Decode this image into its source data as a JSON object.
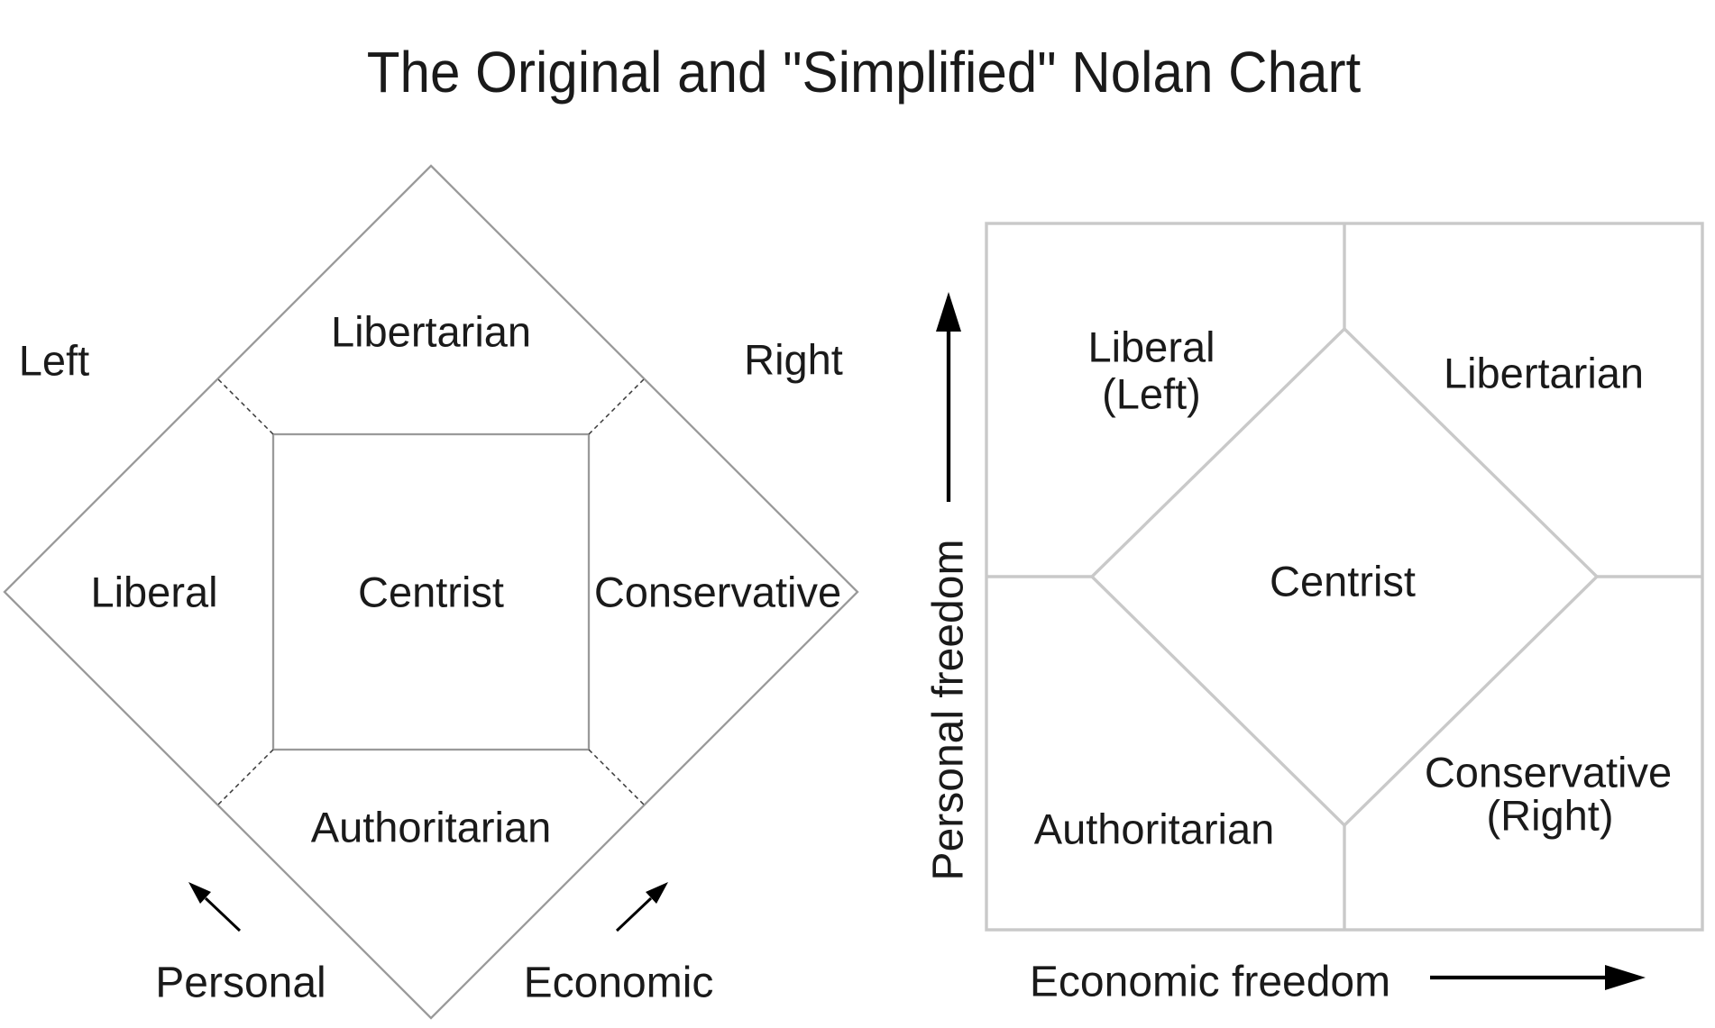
{
  "title": "The Original and \"Simplified\" Nolan Chart",
  "colors": {
    "background": "#ffffff",
    "text": "#1a1a1a",
    "line_dark_gray": "#9a9a9a",
    "line_light_gray": "#c9c9c9",
    "dashed": "#3a3a3a",
    "arrow": "#000000"
  },
  "original_chart": {
    "regions": {
      "top": "Libertarian",
      "left": "Liberal",
      "center": "Centrist",
      "right": "Conservative",
      "bottom": "Authoritarian"
    },
    "outer_labels": {
      "left": "Left",
      "right": "Right"
    },
    "axis_labels": {
      "personal": "Personal",
      "economic": "Economic"
    }
  },
  "simplified_chart": {
    "regions": {
      "top_left_line1": "Liberal",
      "top_left_line2": "(Left)",
      "top_right": "Libertarian",
      "center": "Centrist",
      "bottom_left": "Authoritarian",
      "bottom_right_line1": "Conservative",
      "bottom_right_line2": "(Right)"
    },
    "axis_labels": {
      "y": "Personal freedom",
      "x": "Economic freedom"
    }
  }
}
